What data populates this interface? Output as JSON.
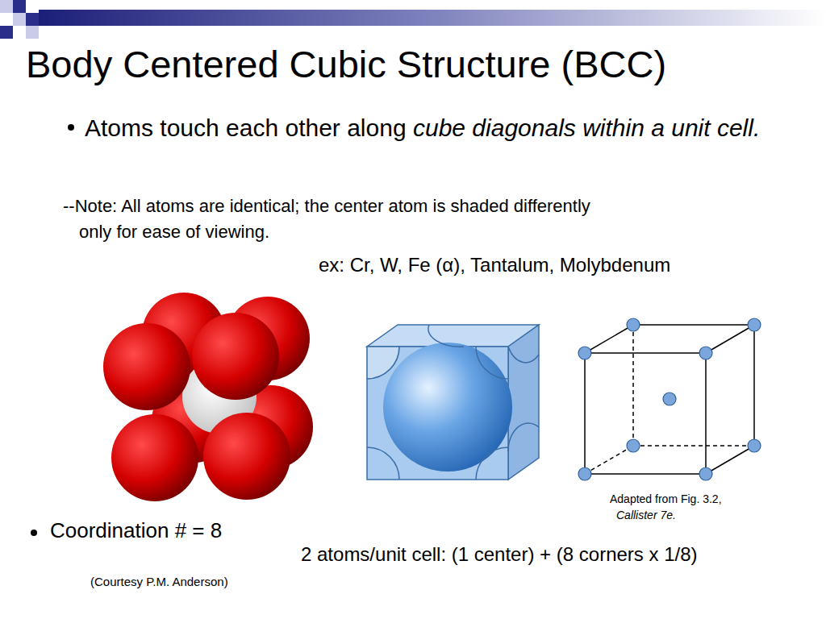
{
  "diagram": {
    "title": "Body Centered Cubic Structure (BCC)",
    "labels": [
      "Atoms touch each other along",
      "cube diagonals within a unit cell.",
      "--Note: All atoms are identical; the center atom is shaded differently only for ease of viewing.",
      "ex: Cr, W, Fe (α), Tantalum, Molybdenum",
      "Adapted from Fig. 3.2,",
      "Callister 7e.",
      "Coordination # = 8",
      "2 atoms/unit cell: (1 center) + (8 corners x 1/8)",
      "(Courtesy P.M. Anderson)"
    ]
  }
}
